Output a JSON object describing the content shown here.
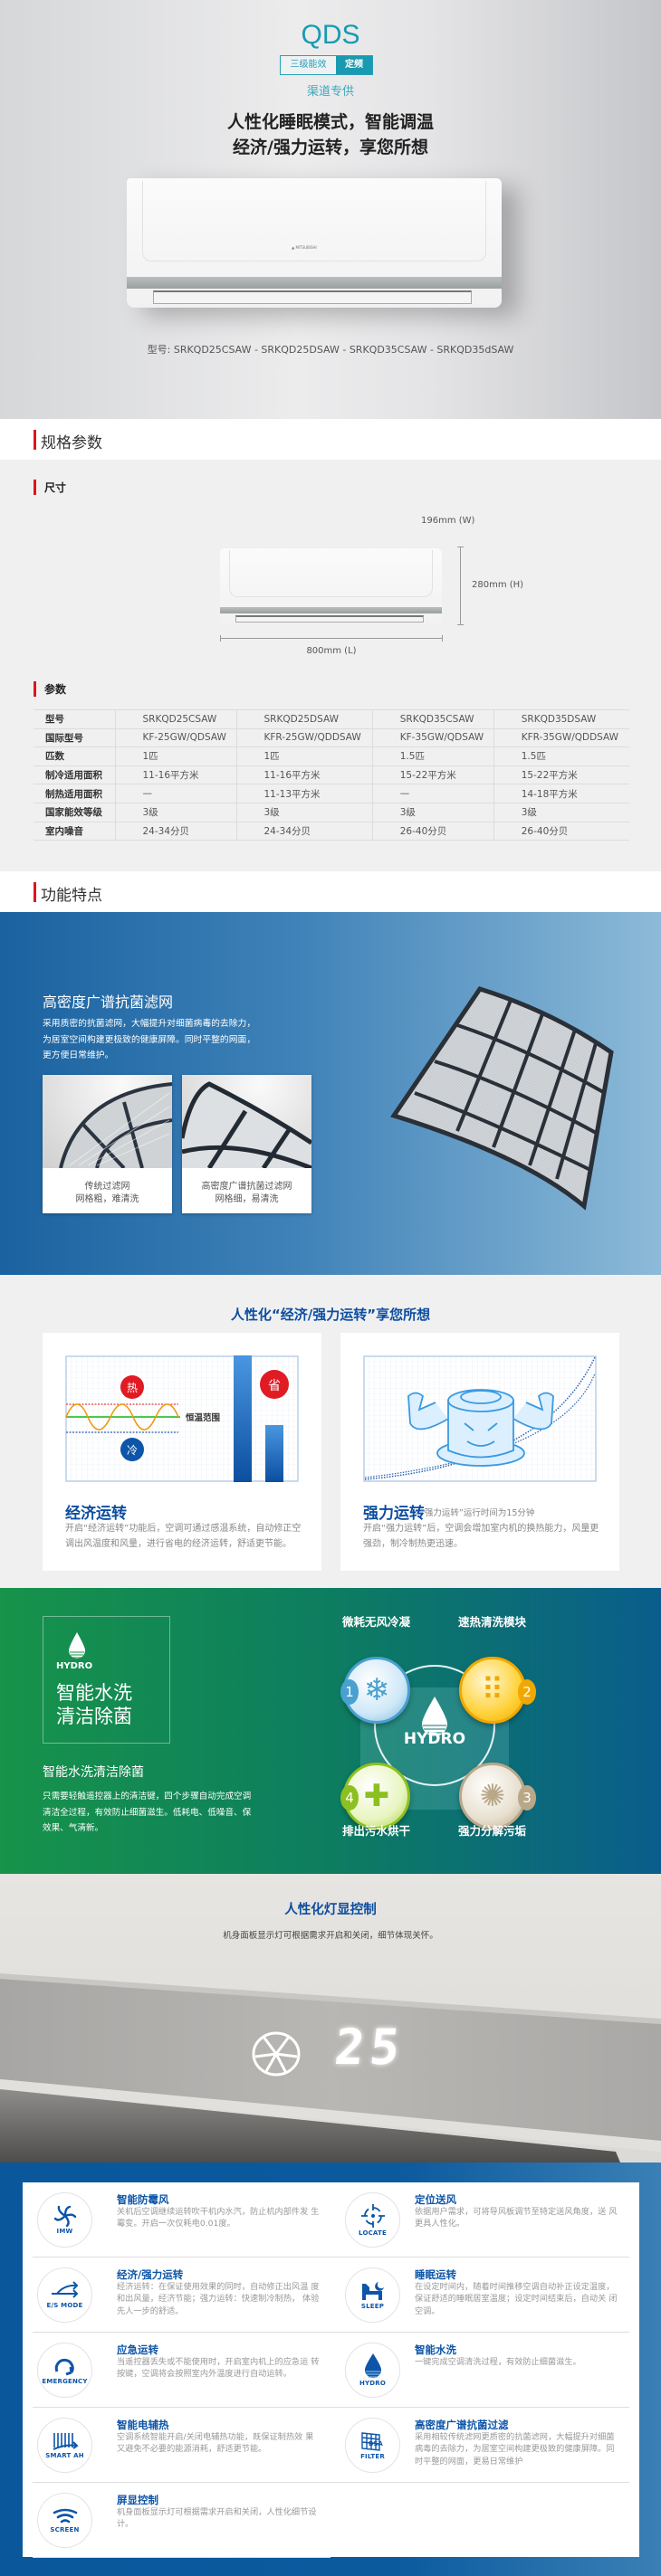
{
  "hero": {
    "series": "QDS",
    "badges": [
      "三级能效",
      "定频"
    ],
    "channel": "渠道专供",
    "headline": [
      "人性化睡眠模式，智能调温",
      "经济/强力运转，享您所想"
    ],
    "brand_logo": "MITSUBISHI",
    "models": "型号: SRKQD25CSAW - SRKQD25DSAW - SRKQD35CSAW - SRKQD35dSAW"
  },
  "specs": {
    "title": "规格参数",
    "size_label": "尺寸",
    "dims": {
      "width": "196mm (W)",
      "height": "280mm (H)",
      "length": "800mm (L)"
    },
    "params_label": "参数",
    "rows": [
      {
        "label": "型号",
        "values": [
          "SRKQD25CSAW",
          "SRKQD25DSAW",
          "SRKQD35CSAW",
          "SRKQD35DSAW"
        ]
      },
      {
        "label": "国际型号",
        "values": [
          "KF-25GW/QDSAW",
          "KFR-25GW/QDDSAW",
          "KF-35GW/QDSAW",
          "KFR-35GW/QDDSAW"
        ]
      },
      {
        "label": "匹数",
        "values": [
          "1匹",
          "1匹",
          "1.5匹",
          "1.5匹"
        ]
      },
      {
        "label": "制冷适用面积",
        "values": [
          "11-16平方米",
          "11-16平方米",
          "15-22平方米",
          "15-22平方米"
        ]
      },
      {
        "label": "制热适用面积",
        "values": [
          "—",
          "11-13平方米",
          "—",
          "14-18平方米"
        ]
      },
      {
        "label": "国家能效等级",
        "values": [
          "3级",
          "3级",
          "3级",
          "3级"
        ]
      },
      {
        "label": "室内噪音",
        "values": [
          "24-34分贝",
          "24-34分贝",
          "26-40分贝",
          "26-40分贝"
        ]
      }
    ]
  },
  "features_header": "功能特点",
  "filter": {
    "title": "高密度广谱抗菌滤网",
    "desc": [
      "采用质密的抗菌滤网，大幅提升对细菌病毒的去除力，",
      "为居室空间构建更极致的健康屏障。同时平整的网面，",
      "更方便日常维护。"
    ],
    "cards": [
      {
        "line1": "传统过滤网",
        "line2": "网格粗，难清洗"
      },
      {
        "line1": "高密度广谱抗菌过滤网",
        "line2": "网格细，易清洗"
      }
    ]
  },
  "economy": {
    "title": "人性化“经济/强力运转”享您所想",
    "chart_labels": {
      "hot": "热",
      "cold": "冷",
      "save": "省",
      "range": "恒温范围"
    },
    "eco_title": "经济运转",
    "eco_desc": "开启“经济运转”功能后，空调可通过感温系统，自动修正空调出风温度和风量，进行省电的经济运转，舒适更节能。",
    "power_title": "强力运转",
    "power_note": "“强力运转”运行时间为15分钟",
    "power_desc": "开启“强力运转”后，空调会增加室内机的换热能力，风量更强劲，制冷制热更迅速。"
  },
  "hydro": {
    "badge": "HYDRO",
    "box_title": [
      "智能水洗",
      "清洁除菌"
    ],
    "subtitle": "智能水洗清洁除菌",
    "desc": [
      "只需要轻触遥控器上的清洁键，四个步骤自动完成空调",
      "清洁全过程，有效防止细菌滋生。低耗电、低噪音、保",
      "效果、气清新。"
    ],
    "center": "HYDRO",
    "steps": [
      {
        "num": "1",
        "label": "微耗无风冷凝",
        "color": "#4aa0d0"
      },
      {
        "num": "2",
        "label": "速热清洗模块",
        "color": "#f0a800"
      },
      {
        "num": "3",
        "label": "强力分解污垢",
        "color": "#b8a888"
      },
      {
        "num": "4",
        "label": "排出污水烘干",
        "color": "#8cc020"
      }
    ]
  },
  "display": {
    "title": "人性化灯显控制",
    "desc": "机身面板显示灯可根据需求开启和关闭，细节体现关怀。",
    "temperature": "25"
  },
  "feature_list": {
    "left": [
      {
        "icon": "imw",
        "icon_label": "IMW",
        "title": "智能防霉风",
        "desc": "关机后空调继续运转吹干机内水汽，防止机内部件发 生霉变。开启一次仅耗电0.01度。"
      },
      {
        "icon": "esmode",
        "icon_label": "E/S MODE",
        "title": "经济/强力运转",
        "desc": "经济运转：在保证使用效果的同时，自动修正出风温 度和出风量，经济节能；强力运转：快速制冷制热， 体验先人一步的舒适。"
      },
      {
        "icon": "emergency",
        "icon_label": "EMERGENCY",
        "title": "应急运转",
        "desc": "当遥控器丢失或不能使用时，开启室内机上的应急运 转按键，空调将会按照室内外温度进行自动运转。"
      },
      {
        "icon": "smartah",
        "icon_label": "SMART AH",
        "title": "智能电辅热",
        "desc": "空调系统智能开启/关闭电辅热功能，既保证制热效 果又避免不必要的能源消耗，舒适更节能。"
      },
      {
        "icon": "screen",
        "icon_label": "SCREEN",
        "title": "屏显控制",
        "desc": "机身面板显示灯可根据需求开启和关闭，人性化细节设计。"
      }
    ],
    "right": [
      {
        "icon": "locate",
        "icon_label": "LOCATE",
        "title": "定位送风",
        "desc": "依据用户需求，可将导风板调节至特定送风角度，送 风更具人性化。"
      },
      {
        "icon": "sleep",
        "icon_label": "SLEEP",
        "title": "睡眠运转",
        "desc": "在设定时间内，随着时间推移空调自动补正设定温度， 保证舒适的睡眠居室温度；设定时间结束后，自动关 闭空调。"
      },
      {
        "icon": "hydro",
        "icon_label": "HYDRO",
        "title": "智能水洗",
        "desc": "一键完成空调清洗过程，有效防止细菌滋生。"
      },
      {
        "icon": "filter",
        "icon_label": "FILTER",
        "title": "高密度广谱抗菌过滤",
        "desc": "采用相较传统滤网更质密的抗菌滤网，大幅提升对细菌 病毒的去除力，为居室空间构建更极致的健康屏障。同 时平整的网面，更易日常维护"
      }
    ]
  },
  "colors": {
    "accent": "#1a9ab0",
    "red_bar": "#e0141e",
    "title_blue": "#0d4ea0"
  }
}
